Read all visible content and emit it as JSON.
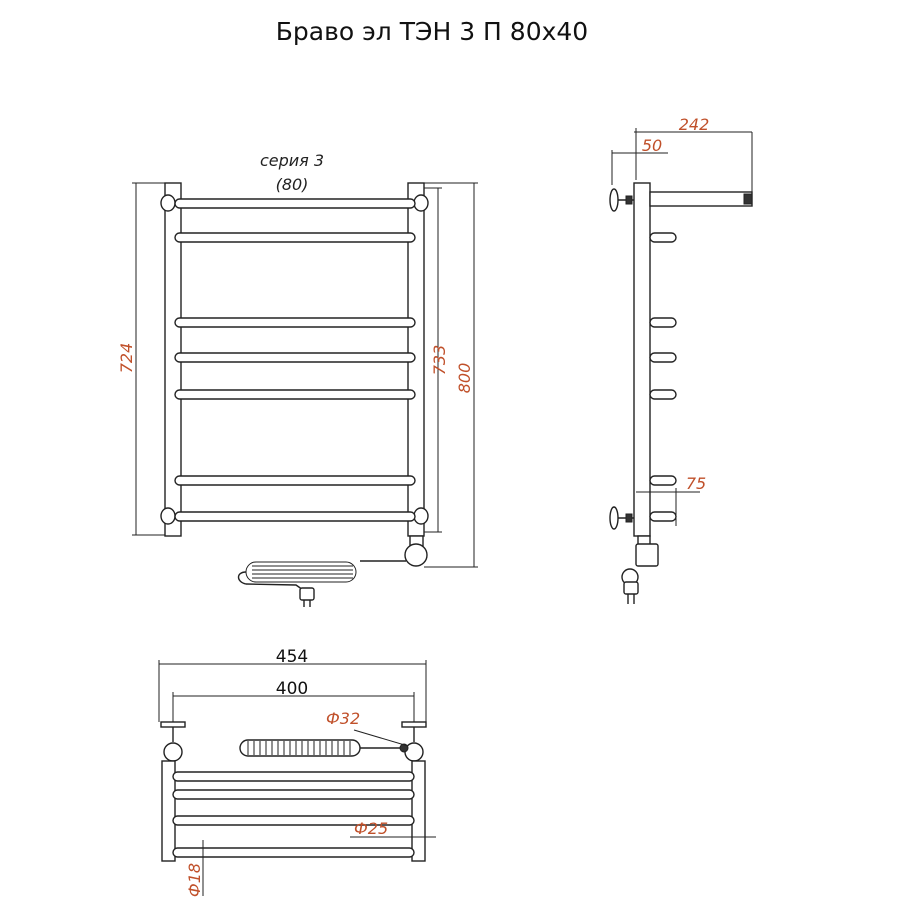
{
  "title": "Браво эл ТЭН 3 П 80х40",
  "colors": {
    "line": "#222222",
    "dimension_text": "#c0502a",
    "title_text": "#111111",
    "background": "#ffffff"
  },
  "front_view": {
    "series_label": "серия 3",
    "series_value": "(80)",
    "dim_left": "724",
    "dim_right_inner": "733",
    "dim_right_outer": "800"
  },
  "side_view": {
    "dim_top": "242",
    "dim_offset": "50",
    "dim_bottom": "75"
  },
  "top_view": {
    "dim_outer_width": "454",
    "dim_center_width": "400",
    "dim_heater_diameter": "Ф32",
    "dim_pipe_diameter": "Ф25",
    "dim_rung_diameter": "Ф18"
  }
}
